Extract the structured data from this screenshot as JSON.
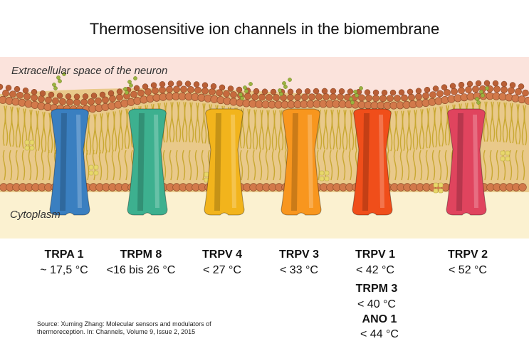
{
  "title": "Thermosensitive ion channels in the biomembrane",
  "regions": {
    "extracellular": "Extracellular space of the neuron",
    "cytoplasm": "Cytoplasm"
  },
  "channels": [
    {
      "name": "TRPA 1",
      "temp": "~ 17,5 °C",
      "color": "#3a7fc0"
    },
    {
      "name": "TRPM 8",
      "temp": "<16 bis 26 °C",
      "color": "#3db08f"
    },
    {
      "name": "TRPV 4",
      "temp": "< 27 °C",
      "color": "#f2b41c"
    },
    {
      "name": "TRPV 3",
      "temp": "< 33 °C",
      "color": "#f8961e"
    },
    {
      "name": "TRPV 1",
      "temp": "< 42 °C",
      "color": "#f04e1a"
    },
    {
      "name": "TRPV 2",
      "temp": "< 52 °C",
      "color": "#e0445e"
    }
  ],
  "extra_channels": [
    {
      "name": "TRPM 3",
      "temp": "< 40 °C"
    },
    {
      "name": "ANO 1",
      "temp": "< 44 °C"
    }
  ],
  "source": "Source: Xuming Zhang: Molecular sensors and modulators of thermoreception. In: Channels, Volume 9, Issue 2, 2015",
  "colors": {
    "extracellular_bg": "#fbe3dc",
    "cytoplasm_bg": "#fbf1d0",
    "lipid_head": "#d2794a",
    "lipid_tail": "#c8a832",
    "cholesterol": "#e8d86a",
    "glycan": "#9bb33f"
  }
}
